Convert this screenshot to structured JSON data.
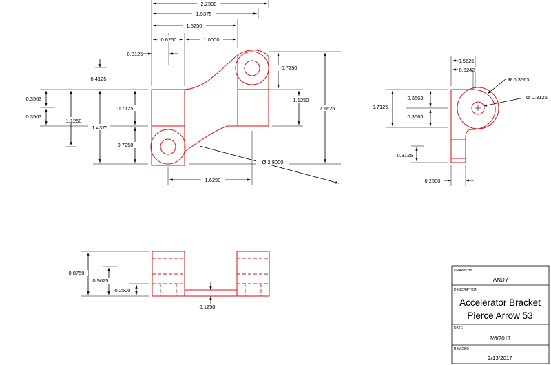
{
  "dims": {
    "d2_2500": "2.2500",
    "d1_9375": "1.9375",
    "d1_6250_top": "1.6250",
    "d0_6250": "0.6250",
    "d1_0000": "1.0000",
    "d0_3125_top": "0.3125",
    "d0_4125": "0.4125",
    "d0_3563_a": "0.3563",
    "d0_3563_b": "0.3563",
    "d1_1250_left": "1.1250",
    "d1_4375": "1.4375",
    "d0_7125": "0.7125",
    "d0_7250_left": "0.7250",
    "d0_7250_right": "0.7250",
    "d1_1250_right": "1.1250",
    "d2_1625": "2.1625",
    "diam_2_8000": "Ø 2.8000",
    "d1_6250_bottom": "1.6250"
  },
  "side_dims": {
    "d0_5625": "0.5625",
    "d0_5242": "0.5242",
    "radius": "R 0.3563",
    "diam": "Ø 0.3125",
    "d0_7125": "0.7125",
    "d0_3563_a": "0.3563",
    "d0_3563_b": "0.3563",
    "d0_3125": "0.3125",
    "d0_2500": "0.2500"
  },
  "front_dims": {
    "d0_8750": "0.8750",
    "d0_5625": "0.5625",
    "d0_2500": "0.2500",
    "d0_1250": "0.1250"
  },
  "title_block": {
    "drawn_by_label": "DRAWN BY",
    "drawn_by": "ANDY",
    "description_label": "DESCRIPTION",
    "description_line1": "Accelerator Bracket",
    "description_line2": "Pierce Arrow 53",
    "date_label": "DATE",
    "date": "2/6/2017",
    "revised_label": "REVISED",
    "revised": "2/13/2017"
  },
  "colors": {
    "part": "#dd1111",
    "dimension": "#000000"
  }
}
